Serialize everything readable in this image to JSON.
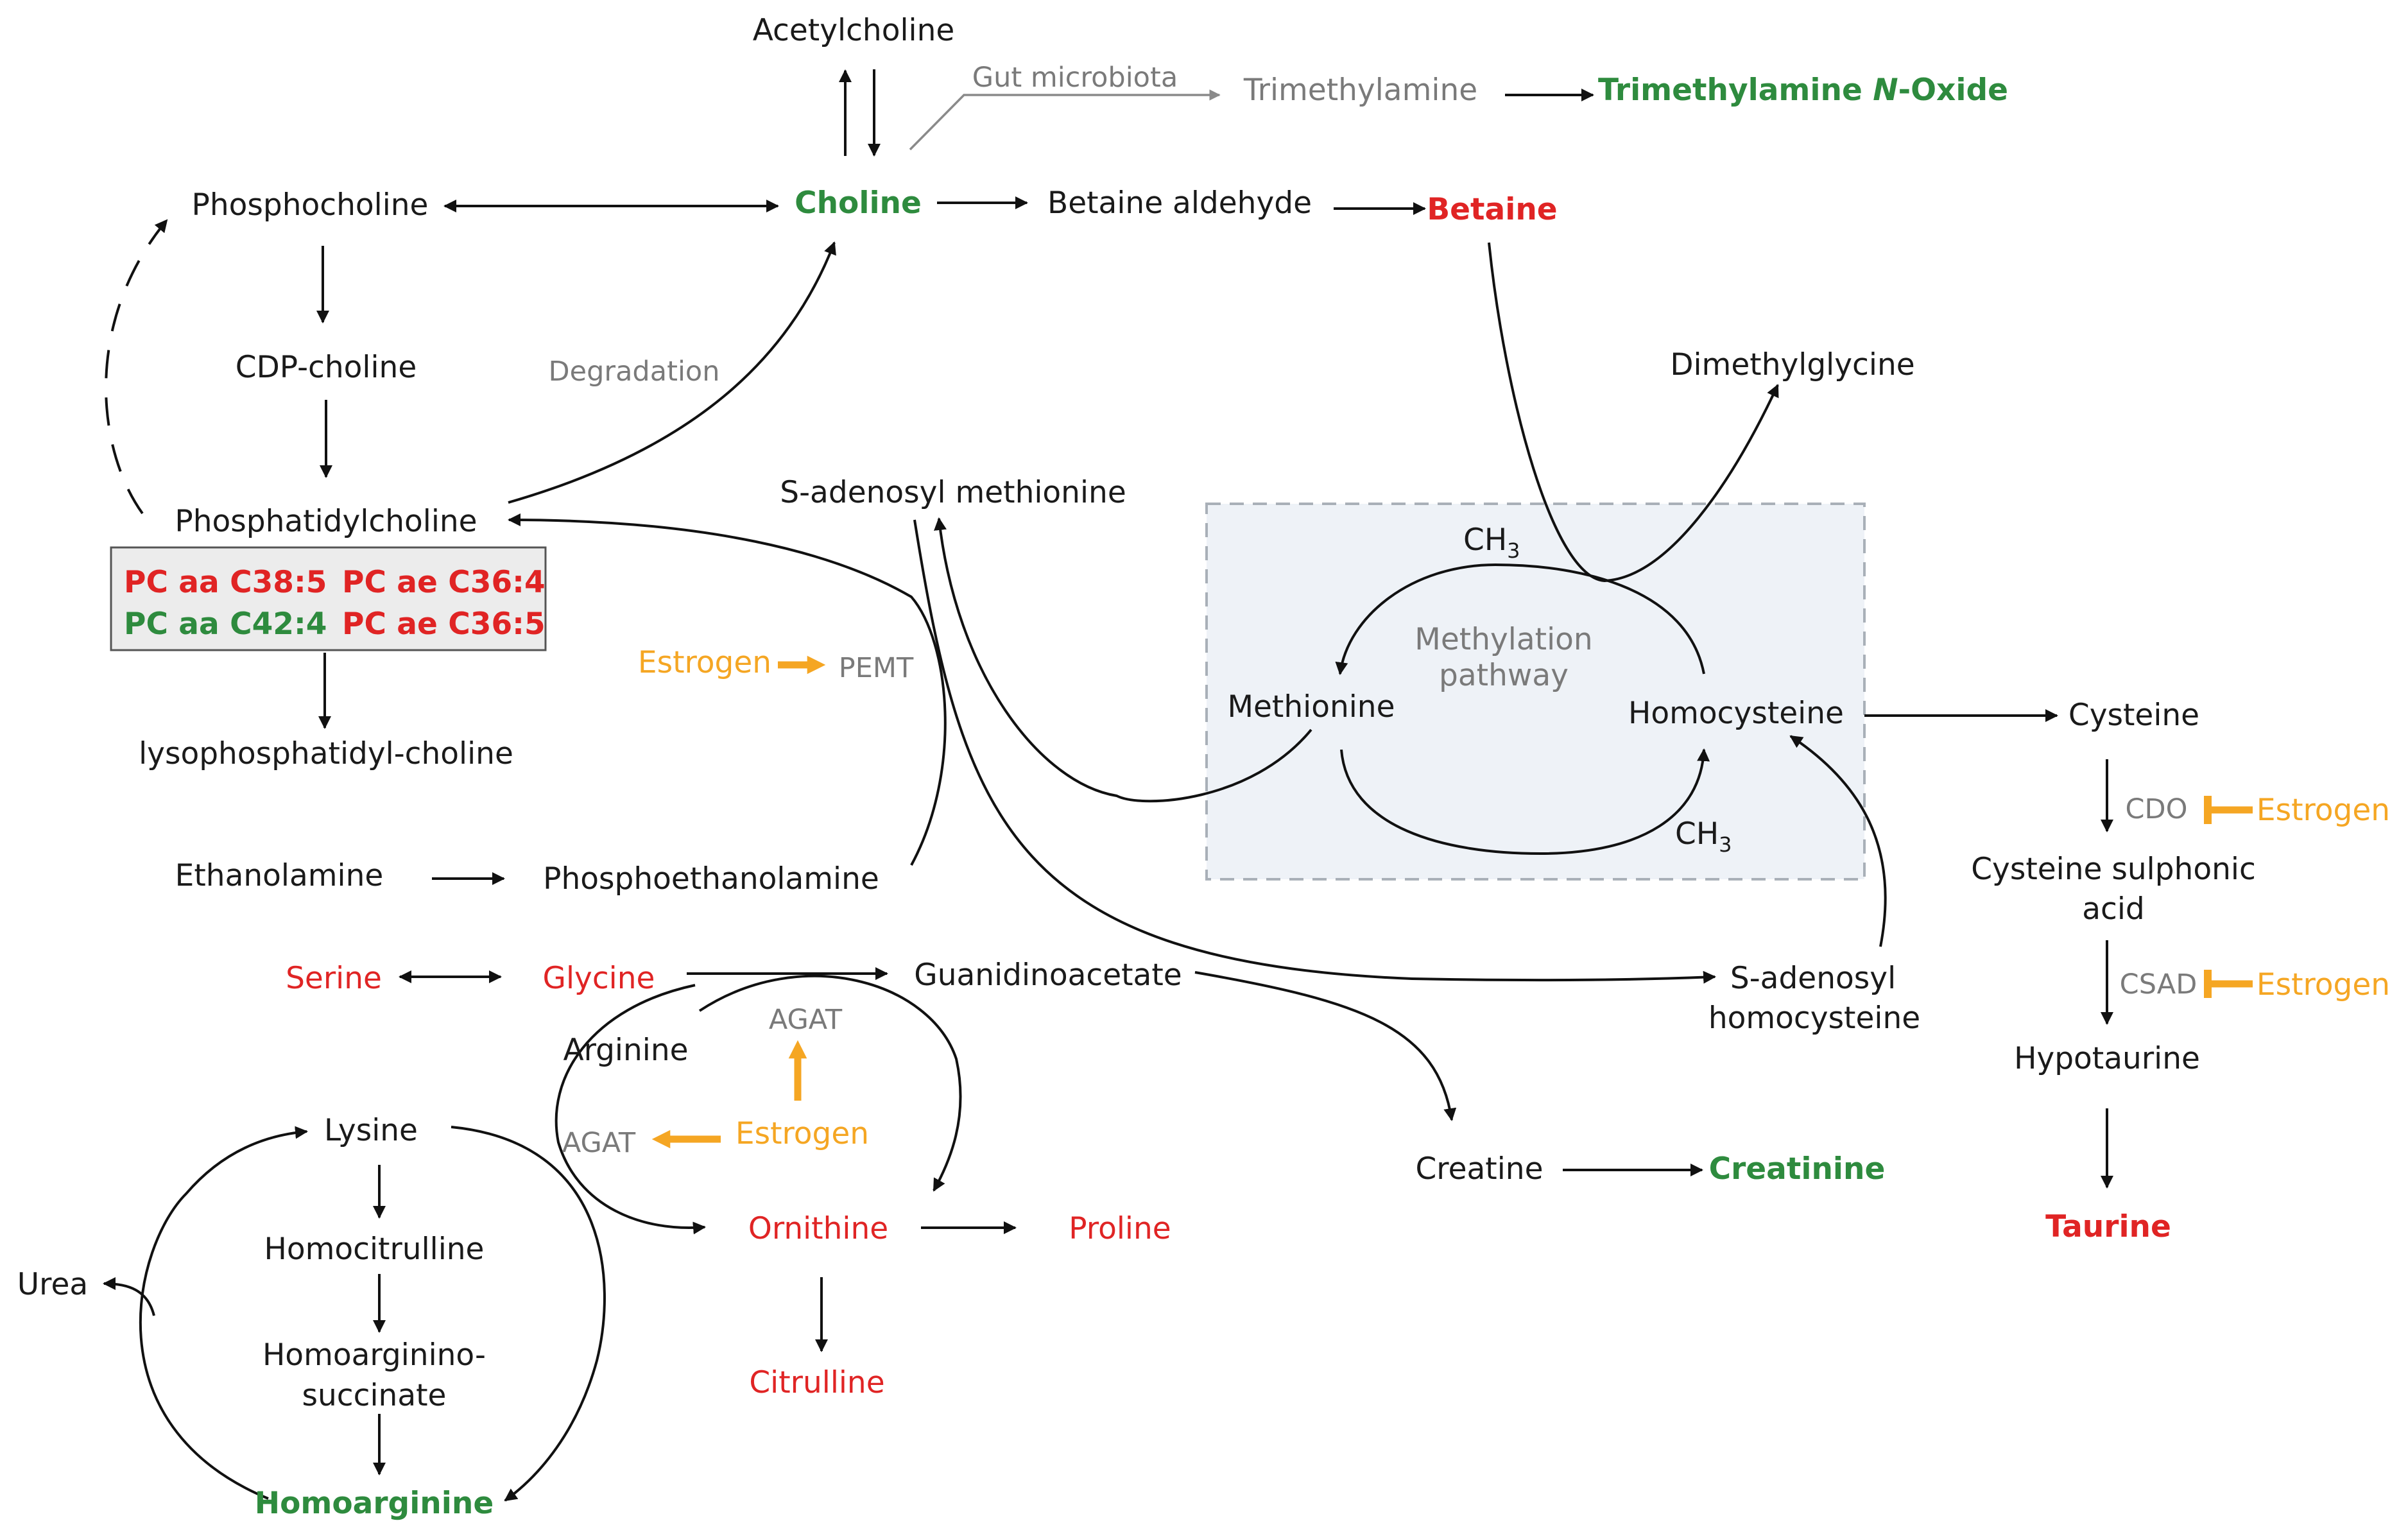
{
  "nodes": {
    "acetylcholine": "Acetylcholine",
    "gut_microbiota": "Gut microbiota",
    "trimethylamine": "Trimethylamine",
    "tmao_main": "Trimethylamine ",
    "tmao_italic": "N",
    "tmao_end": "-Oxide",
    "phosphocholine": "Phosphocholine",
    "choline": "Choline",
    "betaine_aldehyde": "Betaine aldehyde",
    "betaine": "Betaine",
    "cdp_choline": "CDP-choline",
    "degradation": "Degradation",
    "dimethylglycine": "Dimethylglycine",
    "phosphatidylcholine": "Phosphatidylcholine",
    "s_adenosyl_methionine": "S-adenosyl methionine",
    "ch3_top": "CH",
    "ch3_sub": "3",
    "methylation_1": "Methylation",
    "methylation_2": "pathway",
    "pc_aa_c38_5": "PC aa C38:5",
    "pc_ae_c36_4": "PC ae C36:4",
    "pc_aa_c42_4": "PC aa C42:4",
    "pc_ae_c36_5": "PC ae C36:5",
    "estrogen": "Estrogen",
    "pemt": "PEMT",
    "methionine": "Methionine",
    "homocysteine": "Homocysteine",
    "cysteine": "Cysteine",
    "lysophosphatidylcholine": "lysophosphatidyl-choline",
    "cdo": "CDO",
    "ethanolamine": "Ethanolamine",
    "phosphoethanolamine": "Phosphoethanolamine",
    "cysteine_sulphonic_1": "Cysteine sulphonic",
    "cysteine_sulphonic_2": "acid",
    "serine": "Serine",
    "glycine": "Glycine",
    "guanidinoacetate": "Guanidinoacetate",
    "s_adenosyl_homocysteine_1": "S-adenosyl",
    "s_adenosyl_homocysteine_2": "homocysteine",
    "csad": "CSAD",
    "agat": "AGAT",
    "arginine": "Arginine",
    "hypotaurine": "Hypotaurine",
    "lysine": "Lysine",
    "creatine": "Creatine",
    "creatinine": "Creatinine",
    "ornithine": "Ornithine",
    "proline": "Proline",
    "taurine": "Taurine",
    "homocitrulline": "Homocitrulline",
    "urea": "Urea",
    "homoarginino_1": "Homoarginino-",
    "homoarginino_2": "succinate",
    "citrulline": "Citrulline",
    "homoarginine": "Homoarginine"
  },
  "colors": {
    "increased": "#e02424",
    "decreased": "#2e8b3e",
    "modulator": "#f5a623",
    "enzyme": "#7a7a7a",
    "methylation_box": "#eef2f7"
  }
}
